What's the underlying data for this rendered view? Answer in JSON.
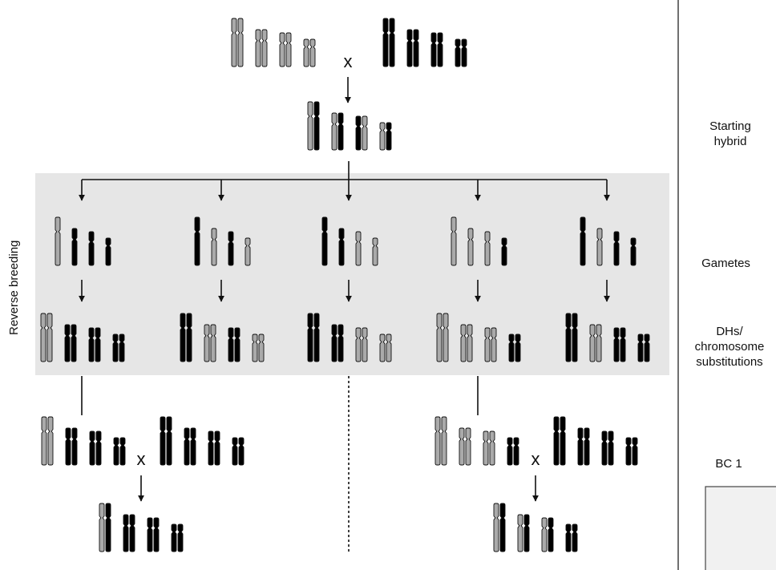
{
  "labels": {
    "reverse_breeding": "Reverse breeding",
    "starting_hybrid": [
      "Starting",
      "hybrid"
    ],
    "gametes": "Gametes",
    "dhs": [
      "DHs/",
      "chromosome",
      "substitutions"
    ],
    "bc1": "BC 1",
    "cross_symbol": "x"
  },
  "colors": {
    "parent_a": "#aaaaaa",
    "parent_b": "#000000",
    "panel": "#e6e6e6",
    "outline": "#111111"
  },
  "diagram": {
    "parents": [
      [
        "A",
        "A",
        "A",
        "A"
      ],
      [
        "B",
        "B",
        "B",
        "B"
      ]
    ],
    "hybrid": [
      [
        "A",
        "B"
      ],
      [
        "A",
        "B"
      ],
      [
        "B",
        "A"
      ],
      [
        "A",
        "B"
      ]
    ],
    "gametes": [
      [
        "A",
        "B",
        "B",
        "B"
      ],
      [
        "B",
        "A",
        "B",
        "A"
      ],
      [
        "B",
        "B",
        "A",
        "A"
      ],
      [
        "A",
        "A",
        "A",
        "B"
      ],
      [
        "B",
        "A",
        "B",
        "B"
      ]
    ],
    "dh_lines": [
      [
        "A",
        "B",
        "B",
        "B"
      ],
      [
        "B",
        "A",
        "B",
        "A"
      ],
      [
        "B",
        "B",
        "A",
        "A"
      ],
      [
        "A",
        "A",
        "A",
        "B"
      ],
      [
        "B",
        "A",
        "B",
        "B"
      ]
    ],
    "backcrosses": [
      {
        "dh_index": 0,
        "parent": "B",
        "offspring": [
          [
            "A",
            "B"
          ],
          [
            "B",
            "B"
          ],
          [
            "B",
            "B"
          ],
          [
            "B",
            "B"
          ]
        ]
      },
      {
        "dh_index": 3,
        "parent": "B",
        "offspring": [
          [
            "A",
            "B"
          ],
          [
            "A",
            "B"
          ],
          [
            "A",
            "B"
          ],
          [
            "B",
            "B"
          ]
        ]
      }
    ]
  }
}
